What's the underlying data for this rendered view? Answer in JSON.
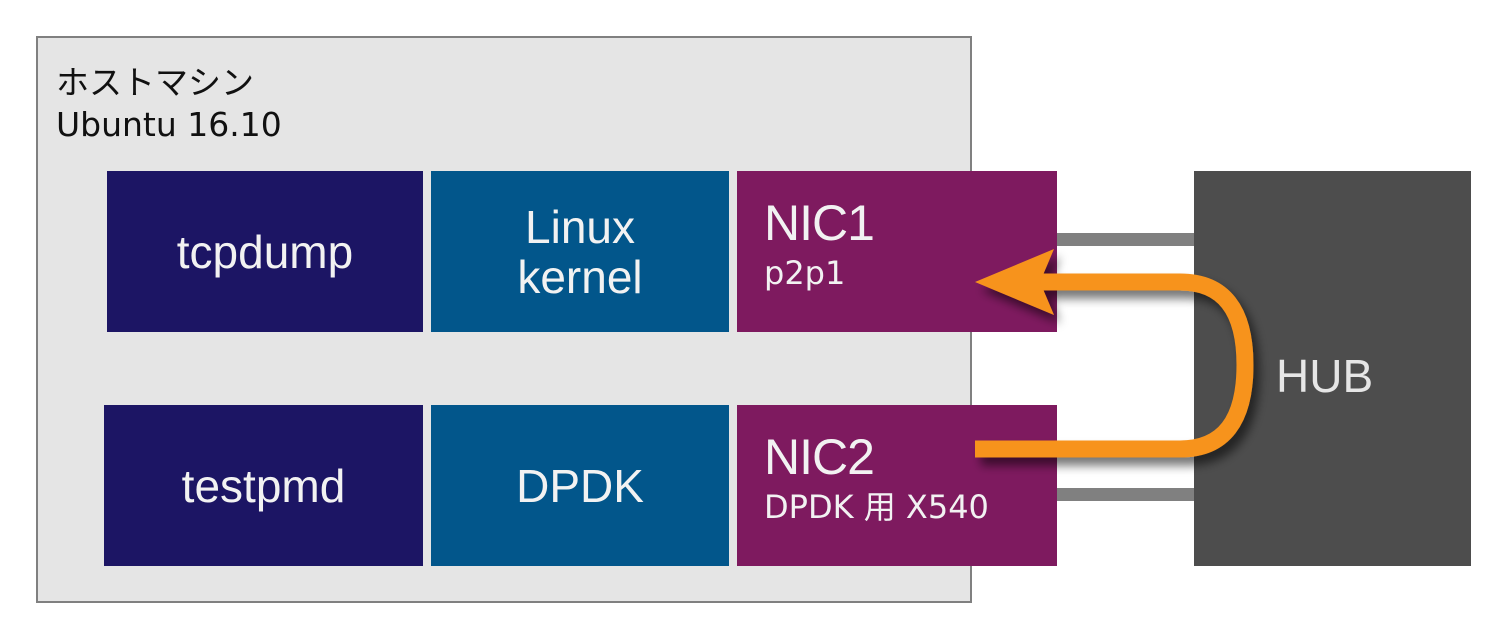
{
  "host": {
    "title_line1": "ホストマシン",
    "title_line2": "Ubuntu 16.10"
  },
  "rows": [
    {
      "app": {
        "label": "tcpdump"
      },
      "layer": {
        "label_line1": "Linux",
        "label_line2": "kernel"
      },
      "nic": {
        "name": "NIC1",
        "sub": "p2p1"
      }
    },
    {
      "app": {
        "label": "testpmd"
      },
      "layer": {
        "label_line1": "DPDK",
        "label_line2": ""
      },
      "nic": {
        "name": "NIC2",
        "sub": "DPDK 用 X540"
      }
    }
  ],
  "hub": {
    "label": "HUB"
  },
  "colors": {
    "host_bg": "#e5e5e5",
    "host_border": "#808080",
    "app": "#1c1564",
    "layer": "#02568b",
    "nic": "#7e1a5f",
    "hub": "#4d4d4d",
    "cable": "#808080",
    "arrow": "#f7931e"
  },
  "flow": {
    "from": "NIC2",
    "via": "HUB",
    "to": "NIC1"
  }
}
